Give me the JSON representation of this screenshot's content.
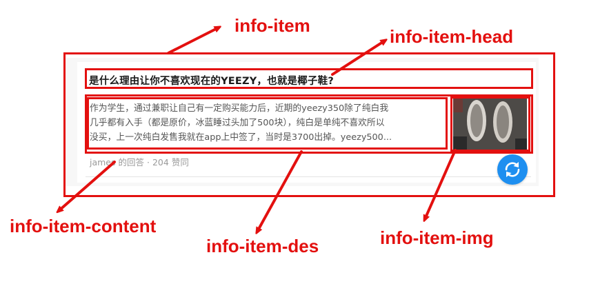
{
  "post": {
    "title": "是什么理由让你不喜欢现在的YEEZY，也就是椰子鞋?",
    "description_lines": [
      "作为学生，通过兼职让自己有一定购买能力后，近期的yeezy350除了纯白我",
      "几乎都有入手（都是原价，冰蓝睡过头加了500块），纯白是单纯不喜欢所以",
      "没买，上一次纯白发售我就在app上中签了，当时是3700出掉。yeezy500..."
    ],
    "author_meta": "james 的回答",
    "separator": "·",
    "likes": "204 赞同",
    "thumbnail_icon": "sneakers-photo",
    "refresh_icon": "refresh-icon"
  },
  "annotations": {
    "item": "info-item",
    "head": "info-item-head",
    "content": "info-item-content",
    "des": "info-item-des",
    "img": "info-item-img"
  },
  "colors": {
    "annotation": "#e3100f",
    "refresh_button": "#1e8ff0"
  }
}
